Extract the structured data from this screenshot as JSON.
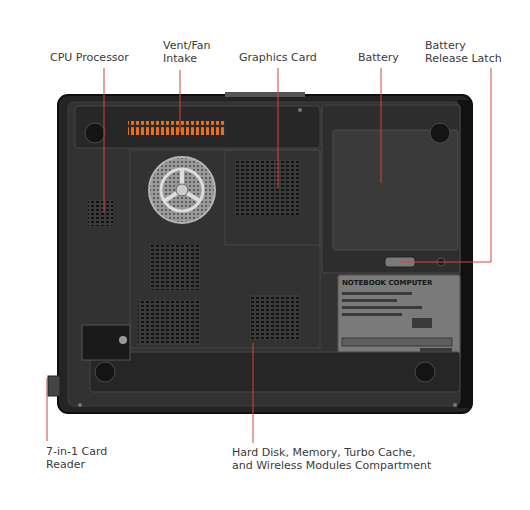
{
  "diagram": {
    "labels": [
      "CPU Processor",
      "Vent/Fan Intake",
      "Graphics Card",
      "Battery",
      "Battery Release Latch",
      "7-in-1 Card Reader",
      "Hard Disk, Memory, Turbo Cache, and Wireless Modules Compartment",
      "NOTEBOOK COMPUTER"
    ]
  }
}
